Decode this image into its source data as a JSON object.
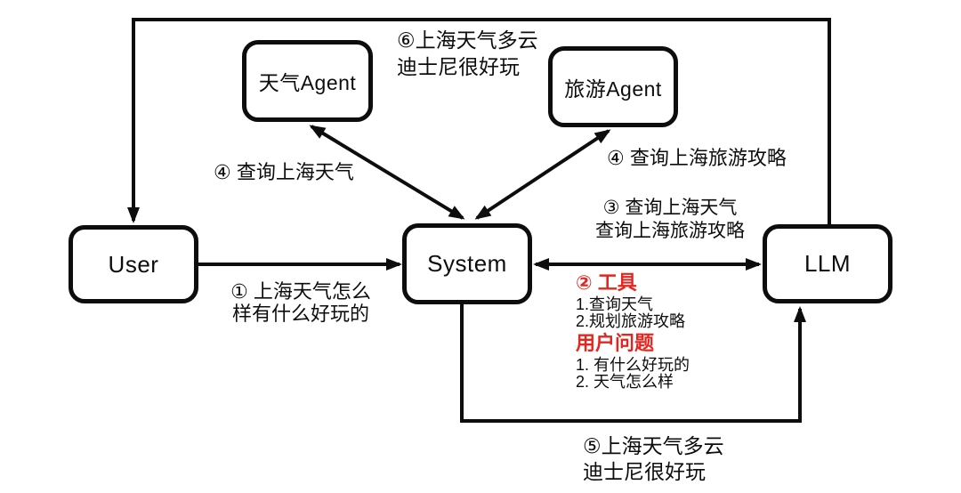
{
  "diagram": {
    "title_hint": "multi-agent-llm-flow",
    "colors": {
      "stroke": "#0d0d0d",
      "accent_red": "#e5261f",
      "background": "#ffffff"
    },
    "nodes": {
      "weather_agent": {
        "label": "天气Agent"
      },
      "travel_agent": {
        "label": "旅游Agent"
      },
      "user": {
        "label": "User"
      },
      "system": {
        "label": "System"
      },
      "llm": {
        "label": "LLM"
      }
    },
    "edge_labels": {
      "step1": {
        "line1": "① 上海天气怎么",
        "line2": "样有什么好玩的"
      },
      "step3": {
        "line1": "③ 查询上海天气",
        "line2": "查询上海旅游攻略"
      },
      "step4_weather": "④ 查询上海天气",
      "step4_travel": "④ 查询上海旅游攻略",
      "step5": {
        "line1": "⑤上海天气多云",
        "line2": "迪士尼很好玩"
      },
      "step6": {
        "line1": "⑥上海天气多云",
        "line2": "迪士尼很好玩"
      }
    },
    "annotation": {
      "tools_heading": "② 工具",
      "tools_items": [
        "1.查询天气",
        "2.规划旅游攻略"
      ],
      "questions_heading": "用户问题",
      "questions_items": [
        "1. 有什么好玩的",
        "2. 天气怎么样"
      ]
    }
  }
}
